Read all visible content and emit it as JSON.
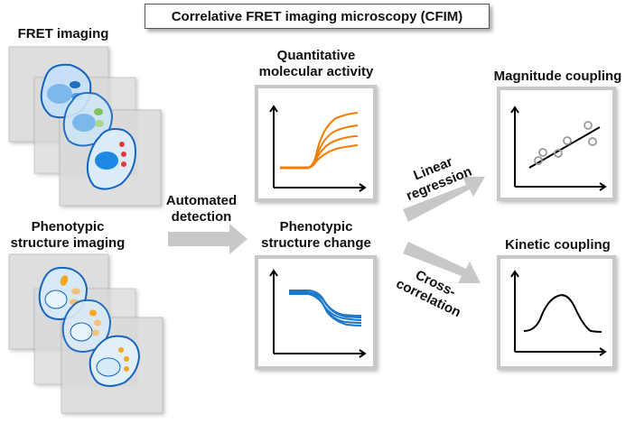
{
  "title": "Correlative FRET imaging microscopy (CFIM)",
  "labels": {
    "fret_imaging": "FRET imaging",
    "phenotypic_line1": "Phenotypic",
    "phenotypic_line2": "structure imaging",
    "automated_line1": "Automated",
    "automated_line2": "detection",
    "quant_line1": "Quantitative",
    "quant_line2": "molecular activity",
    "pheno_change_line1": "Phenotypic",
    "pheno_change_line2": "structure change",
    "magnitude": "Magnitude coupling",
    "kinetic": "Kinetic coupling",
    "linear_line1": "Linear",
    "linear_line2": "regression",
    "cross_line1": "Cross-",
    "cross_line2": "correlation"
  },
  "colors": {
    "cell_outline": "#1565c0",
    "fret_nucleus": "#1e88e5",
    "orange_curve": "#f57c00",
    "blue_curve": "#1e78c8",
    "arrow_gray": "#c8c8c8",
    "scatter_gray": "#999999"
  }
}
